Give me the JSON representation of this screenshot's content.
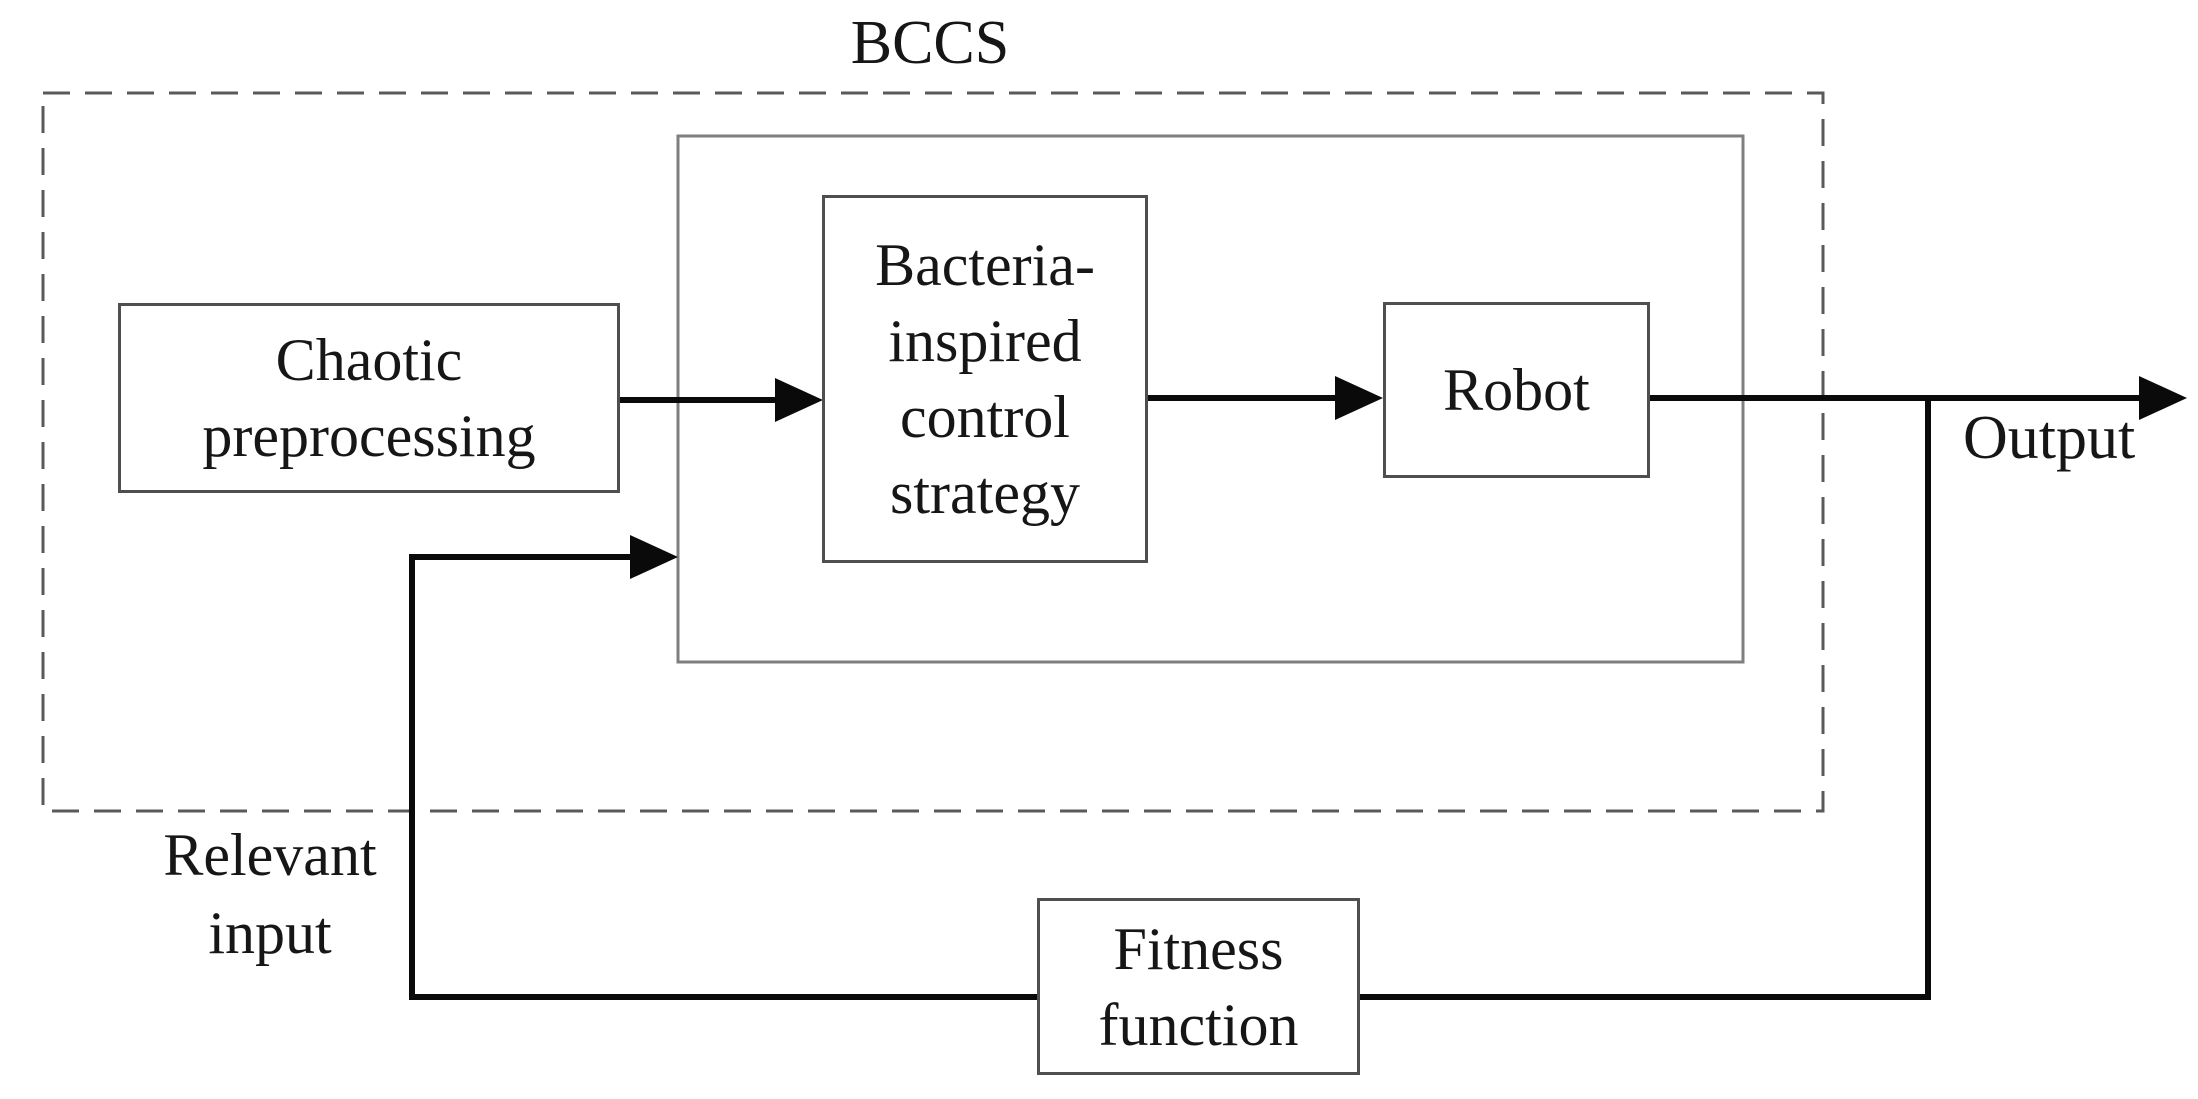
{
  "diagram": {
    "bccs_label": "BCCS",
    "blocks": {
      "chaotic": {
        "label": "Chaotic\npreprocessing"
      },
      "bacteria": {
        "label": "Bacteria-\ninspired\ncontrol\nstrategy"
      },
      "robot": {
        "label": "Robot"
      },
      "fitness": {
        "label": "Fitness\nfunction"
      }
    },
    "annotations": {
      "relevant_input": "Relevant\ninput",
      "output": "Output"
    },
    "edges": [
      {
        "from": "Chaotic preprocessing",
        "to": "Bacteria-inspired control strategy",
        "arrow": true
      },
      {
        "from": "Bacteria-inspired control strategy",
        "to": "Robot",
        "arrow": true
      },
      {
        "from": "Robot",
        "to": "Output",
        "arrow": true
      },
      {
        "from": "Robot output line",
        "to": "Fitness function",
        "arrow": false
      },
      {
        "from": "Fitness function",
        "to": "BCCS inner container (relevant input)",
        "arrow": true
      }
    ],
    "colors": {
      "background": "#ffffff",
      "connector_line": "#0a0a0a",
      "block_border": "#4f4f4f",
      "inner_container_border": "#7f7f7f",
      "dashed_boundary": "#5a5a5a",
      "text": "#161616"
    }
  }
}
